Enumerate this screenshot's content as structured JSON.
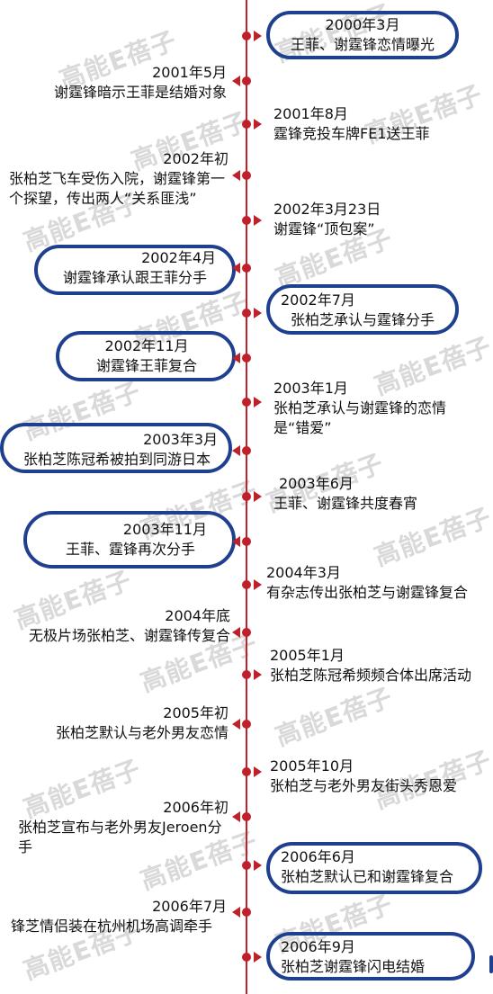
{
  "watermark": "高能E蓓子",
  "events": [
    {
      "date": "2000年3月",
      "desc": "王菲、谢霆锋恋情曝光"
    },
    {
      "date": "2001年5月",
      "desc": "谢霆锋暗示王菲是结婚对象"
    },
    {
      "date": "2001年8月",
      "desc": "霆锋竞投车牌FE1送王菲"
    },
    {
      "date": "2002年初",
      "desc": "张柏芝飞车受伤入院，谢霆锋第一个探望，传出两人“关系匪浅”"
    },
    {
      "date": "2002年3月23日",
      "desc": "谢霆锋“顶包案”"
    },
    {
      "date": "2002年4月",
      "desc": "谢霆锋承认跟王菲分手"
    },
    {
      "date": "2002年7月",
      "desc": "张柏芝承认与霆锋分手"
    },
    {
      "date": "2002年11月",
      "desc": "谢霆锋王菲复合"
    },
    {
      "date": "2003年1月",
      "desc": "张柏芝承认与谢霆锋的恋情是“错爱”"
    },
    {
      "date": "2003年3月",
      "desc": "张柏芝陈冠希被拍到同游日本"
    },
    {
      "date": "2003年6月",
      "desc": "王菲、谢霆锋共度春宵"
    },
    {
      "date": "2003年11月",
      "desc": "王菲、霆锋再次分手"
    },
    {
      "date": "2004年3月",
      "desc": "有杂志传出张柏芝与谢霆锋复合"
    },
    {
      "date": "2004年底",
      "desc": "无极片场张柏芝、谢霆锋传复合"
    },
    {
      "date": "2005年1月",
      "desc": "张柏芝陈冠希频频合体出席活动"
    },
    {
      "date": "2005年初",
      "desc": "张柏芝默认与老外男友恋情"
    },
    {
      "date": "2005年10月",
      "desc": "张柏芝与老外男友街头秀恩爱"
    },
    {
      "date": "2006年初",
      "desc": "张柏芝宣布与老外男友Jeroen分手"
    },
    {
      "date": "2006年6月",
      "desc": "张柏芝默认已和谢霆锋复合"
    },
    {
      "date": "2006年7月",
      "desc": "锋芝情侣装在杭州机场高调牵手"
    },
    {
      "date": "2006年9月",
      "desc": "张柏芝谢霆锋闪电结婚"
    }
  ],
  "colors": {
    "axis": "#c0202a",
    "oval": "#1f3f8f",
    "watermark": "#d9d9d9"
  }
}
